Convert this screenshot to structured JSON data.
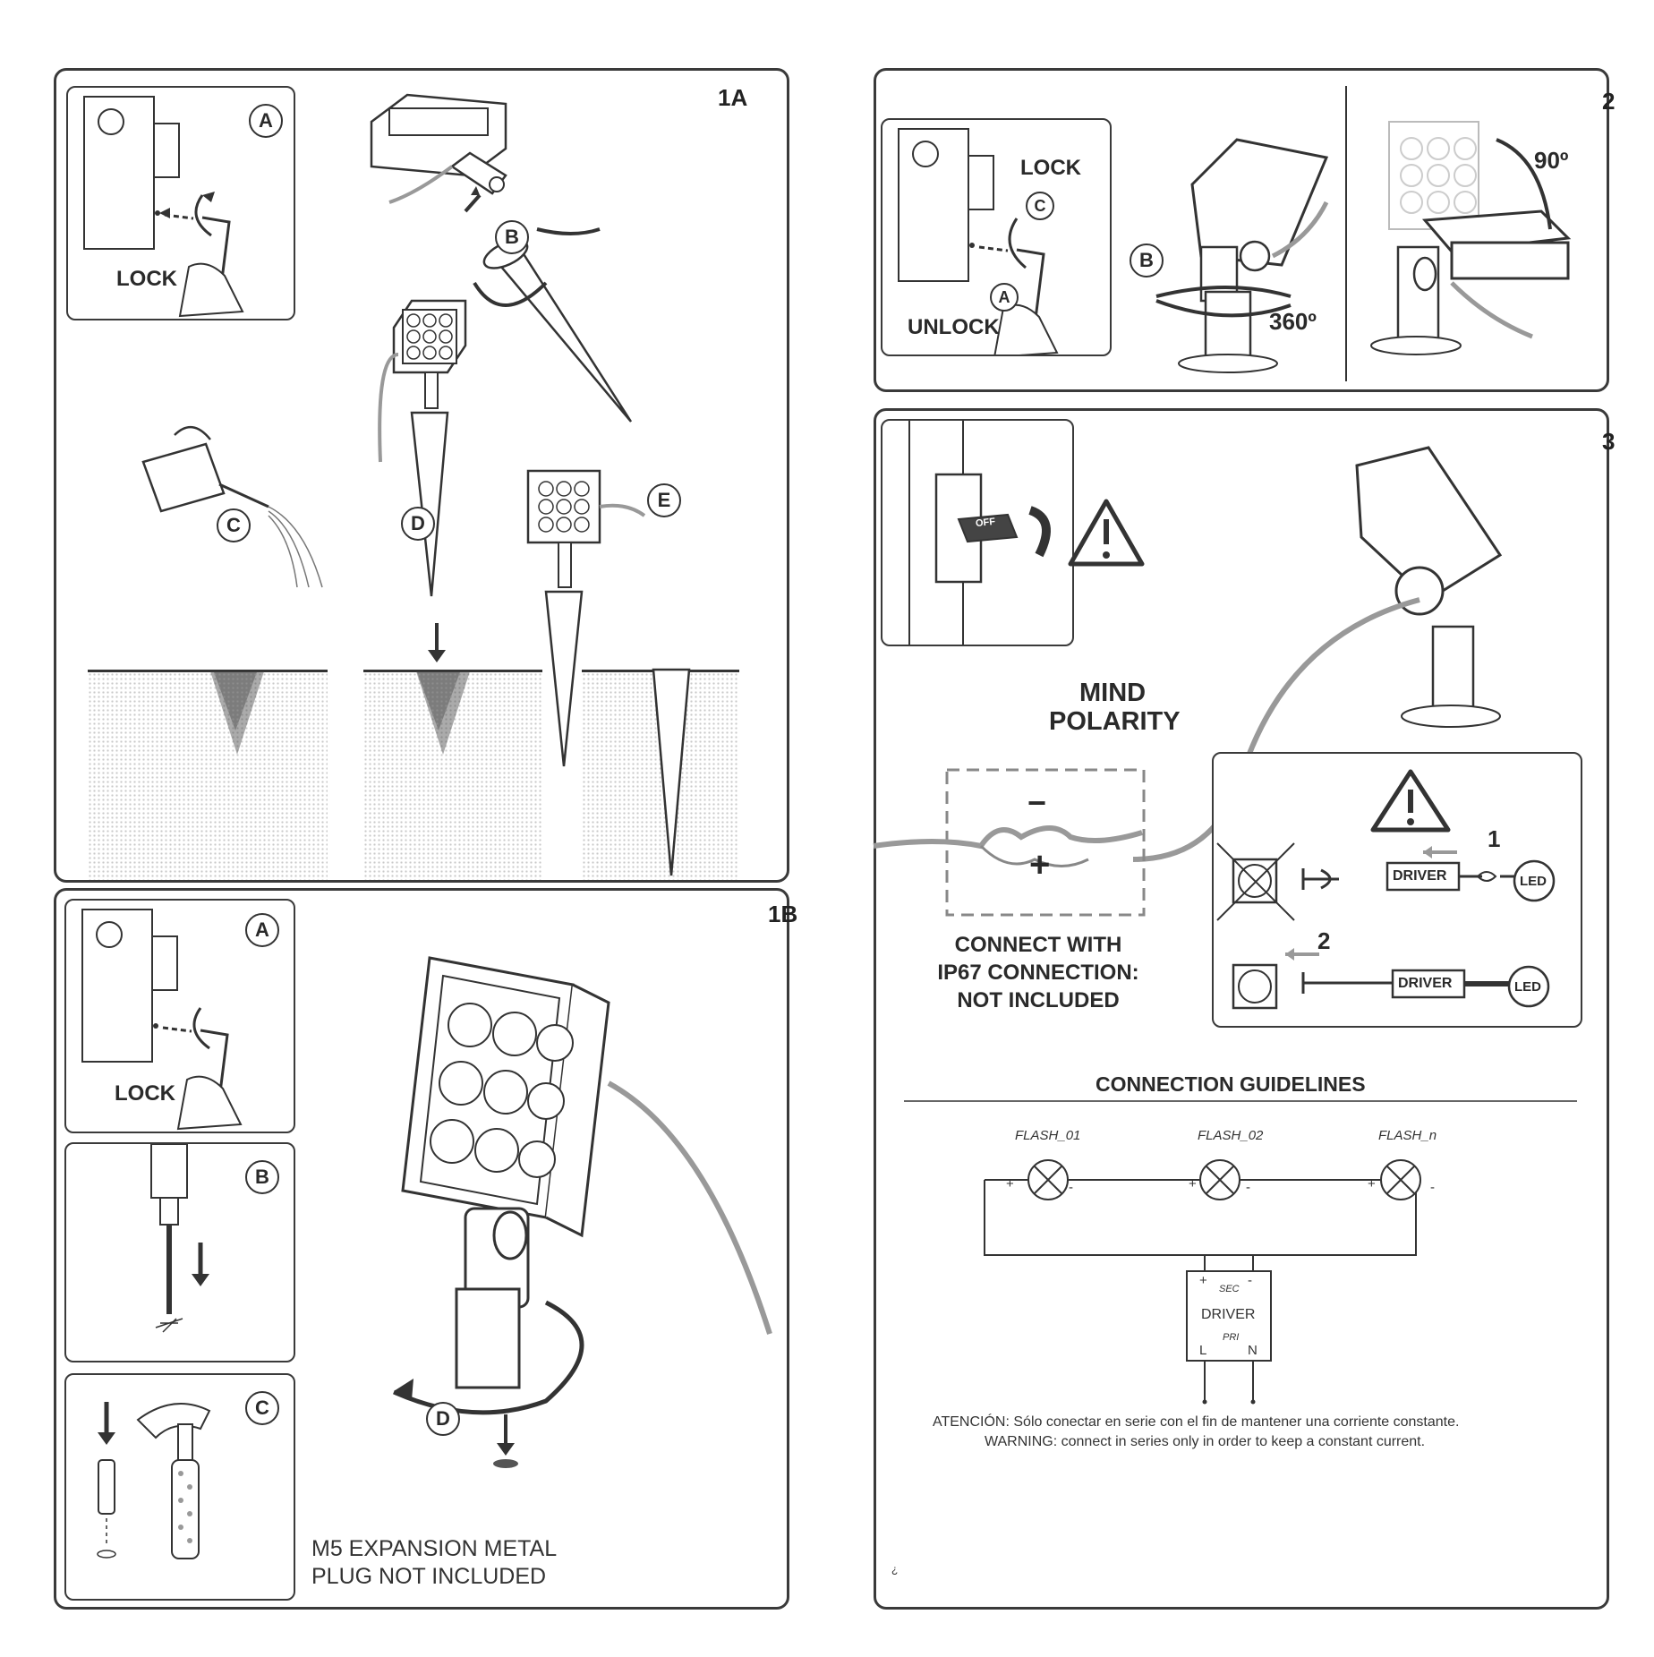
{
  "panel_1a": {
    "number": "1A",
    "lock_label": "LOCK",
    "step_a": "A",
    "step_b": "B",
    "step_c": "C",
    "step_d": "D",
    "step_e": "E"
  },
  "panel_1b": {
    "number": "1B",
    "lock_label": "LOCK",
    "step_a": "A",
    "step_b": "B",
    "step_c": "C",
    "step_d": "D",
    "note_line1": "M5 EXPANSION METAL",
    "note_line2": "PLUG NOT INCLUDED"
  },
  "panel_2": {
    "number": "2",
    "lock_label": "LOCK",
    "unlock_label": "UNLOCK",
    "step_a": "A",
    "step_b": "B",
    "step_c": "C",
    "rotation_360": "360º",
    "tilt_90": "90º"
  },
  "panel_3": {
    "number": "3",
    "switch_label": "OFF",
    "warning_line1": "MIND",
    "warning_line2": "POLARITY",
    "minus_sign": "−",
    "plus_sign": "+",
    "connect_line1": "CONNECT WITH",
    "connect_line2": "IP67 CONNECTION:",
    "connect_line3": "NOT INCLUDED",
    "step_1": "1",
    "step_2": "2",
    "driver_label": "DRIVER",
    "led_label": "LED",
    "guidelines_title": "CONNECTION GUIDELINES",
    "flash_labels": [
      "FLASH_01",
      "FLASH_02",
      "FLASH_n"
    ],
    "plus": "+",
    "minus": "-",
    "driver_sec": "SEC",
    "driver_pri": "PRI",
    "driver_l": "L",
    "driver_n": "N",
    "warning_es": "ATENCIÓN: Sólo conectar en serie con el fin de mantener una corriente constante.",
    "warning_en": "WARNING: connect in series only in order to keep a constant current.",
    "footer_mark": "¿"
  }
}
